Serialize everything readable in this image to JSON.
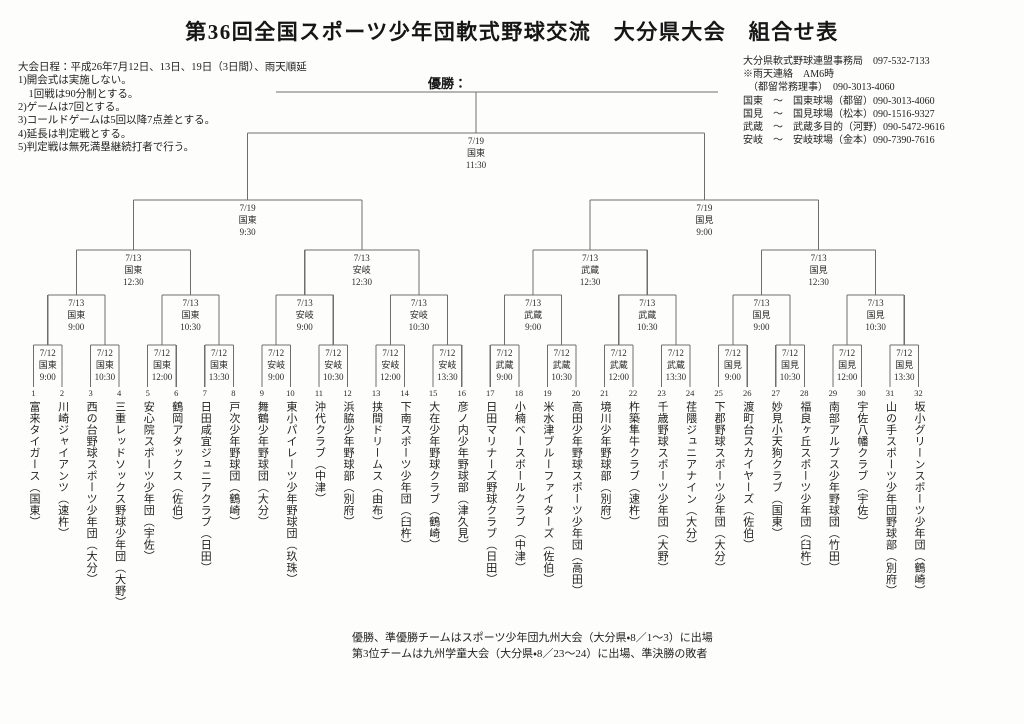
{
  "title": "第36回全国スポーツ少年団軟式野球交流　大分県大会　組合せ表",
  "champion_label": "優勝：",
  "tournament_rules": [
    "大会日程：平成26年7月12日、13日、19日（3日間）、雨天順延",
    "1)開会式は実施しない。",
    "　1回戦は90分制とする。",
    "2)ゲームは7回とする。",
    "3)コールドゲームは5回以降7点差とする。",
    "4)延長は判定戦とする。",
    "5)判定戦は無死満塁継続打者で行う。"
  ],
  "contact_info": [
    "大分県軟式野球連盟事務局　097-532-7133",
    "※雨天連絡　AM6時",
    "　（都留常務理事）　090-3013-4060",
    "国東　～　国東球場（都留）090-3013-4060",
    "国見　～　国見球場（松本）090-1516-9327",
    "武蔵　～　武蔵多目的（河野）090-5472-9616",
    "安岐　～　安岐球場（金本）090-7390-7616"
  ],
  "matches": {
    "final": {
      "date": "7/19",
      "venue": "国東",
      "time": "11:30"
    },
    "semifinals": [
      {
        "date": "7/19",
        "venue": "国東",
        "time": "9:30"
      },
      {
        "date": "7/19",
        "venue": "国見",
        "time": "9:00"
      }
    ],
    "quarterfinals": [
      {
        "date": "7/13",
        "venue": "国東",
        "time": "12:30"
      },
      {
        "date": "7/13",
        "venue": "安岐",
        "time": "12:30"
      },
      {
        "date": "7/13",
        "venue": "武蔵",
        "time": "12:30"
      },
      {
        "date": "7/13",
        "venue": "国見",
        "time": "12:30"
      }
    ],
    "round_of_16": [
      {
        "date": "7/13",
        "venue": "国東",
        "time": "9:00"
      },
      {
        "date": "7/13",
        "venue": "国東",
        "time": "10:30"
      },
      {
        "date": "7/13",
        "venue": "安岐",
        "time": "9:00"
      },
      {
        "date": "7/13",
        "venue": "安岐",
        "time": "10:30"
      },
      {
        "date": "7/13",
        "venue": "武蔵",
        "time": "9:00"
      },
      {
        "date": "7/13",
        "venue": "武蔵",
        "time": "10:30"
      },
      {
        "date": "7/13",
        "venue": "国見",
        "time": "9:00"
      },
      {
        "date": "7/13",
        "venue": "国見",
        "time": "10:30"
      }
    ],
    "first_round": [
      {
        "date": "7/12",
        "venue": "国東",
        "time": "9:00"
      },
      {
        "date": "7/12",
        "venue": "国東",
        "time": "10:30"
      },
      {
        "date": "7/12",
        "venue": "国東",
        "time": "12:00"
      },
      {
        "date": "7/12",
        "venue": "国東",
        "time": "13:30"
      },
      {
        "date": "7/12",
        "venue": "安岐",
        "time": "9:00"
      },
      {
        "date": "7/12",
        "venue": "安岐",
        "time": "10:30"
      },
      {
        "date": "7/12",
        "venue": "安岐",
        "time": "12:00"
      },
      {
        "date": "7/12",
        "venue": "安岐",
        "time": "13:30"
      },
      {
        "date": "7/12",
        "venue": "武蔵",
        "time": "9:00"
      },
      {
        "date": "7/12",
        "venue": "武蔵",
        "time": "10:30"
      },
      {
        "date": "7/12",
        "venue": "武蔵",
        "time": "12:00"
      },
      {
        "date": "7/12",
        "venue": "武蔵",
        "time": "13:30"
      },
      {
        "date": "7/12",
        "venue": "国見",
        "time": "9:00"
      },
      {
        "date": "7/12",
        "venue": "国見",
        "time": "10:30"
      },
      {
        "date": "7/12",
        "venue": "国見",
        "time": "12:00"
      },
      {
        "date": "7/12",
        "venue": "国見",
        "time": "13:30"
      }
    ]
  },
  "teams": [
    {
      "seed": "1",
      "label": "富来タイガース（国東）"
    },
    {
      "seed": "2",
      "label": "川崎ジャイアンツ（速杵）"
    },
    {
      "seed": "3",
      "label": "西の台野球スポーツ少年団（大分）"
    },
    {
      "seed": "4",
      "label": "三重レッドソックス野球少年団（大野）"
    },
    {
      "seed": "5",
      "label": "安心院スポーツ少年団（宇佐）"
    },
    {
      "seed": "6",
      "label": "鶴岡アタックス（佐伯）"
    },
    {
      "seed": "7",
      "label": "日田咸宜ジュニアクラブ（日田）"
    },
    {
      "seed": "8",
      "label": "戸次少年野球団（鶴崎）"
    },
    {
      "seed": "9",
      "label": "舞鶴少年野球団（大分）"
    },
    {
      "seed": "10",
      "label": "東小パイレーツ少年野球団（玖珠）"
    },
    {
      "seed": "11",
      "label": "沖代クラブ（中津）"
    },
    {
      "seed": "12",
      "label": "浜脇少年野球部（別府）"
    },
    {
      "seed": "13",
      "label": "挟間ドリームス（由布）"
    },
    {
      "seed": "14",
      "label": "下南スポーツ少年団（臼杵）"
    },
    {
      "seed": "15",
      "label": "大在少年野球クラブ（鶴崎）"
    },
    {
      "seed": "16",
      "label": "彦ノ内少年野球部（津久見）"
    },
    {
      "seed": "17",
      "label": "日田マリナーズ野球クラブ（日田）"
    },
    {
      "seed": "18",
      "label": "小楠ベースボールクラブ（中津）"
    },
    {
      "seed": "19",
      "label": "米水津ブルーファイターズ（佐伯）"
    },
    {
      "seed": "20",
      "label": "高田少年野球スポーツ少年団（高田）"
    },
    {
      "seed": "21",
      "label": "境川少年野球部（別府）"
    },
    {
      "seed": "22",
      "label": "杵築隼牛クラブ（速杵）"
    },
    {
      "seed": "23",
      "label": "千歳野球スポーツ少年団（大野）"
    },
    {
      "seed": "24",
      "label": "荏隈ジュニアナイン（大分）"
    },
    {
      "seed": "25",
      "label": "下郡野球スポーツ少年団（大分）"
    },
    {
      "seed": "26",
      "label": "渡町台スカイヤーズ（佐伯）"
    },
    {
      "seed": "27",
      "label": "妙見小天狗クラブ（国東）"
    },
    {
      "seed": "28",
      "label": "福良ヶ丘スポーツ少年団（臼杵）"
    },
    {
      "seed": "29",
      "label": "南部アルプス少年野球団（竹田）"
    },
    {
      "seed": "30",
      "label": "宇佐八幡クラブ（宇佐）"
    },
    {
      "seed": "31",
      "label": "山の手スポーツ少年団野球部（別府）"
    },
    {
      "seed": "32",
      "label": "坂小グリーンスポーツ少年団（鶴崎）"
    }
  ],
  "footer_notes": [
    "優勝、準優勝チームはスポーツ少年団九州大会（大分県・8／1～3）に出場",
    "第3位チームは九州学童大会（大分県・8／23～24）に出場、準決勝の敗者"
  ],
  "colors": {
    "line": "#6e6e6e",
    "text": "#1e1e1e"
  }
}
